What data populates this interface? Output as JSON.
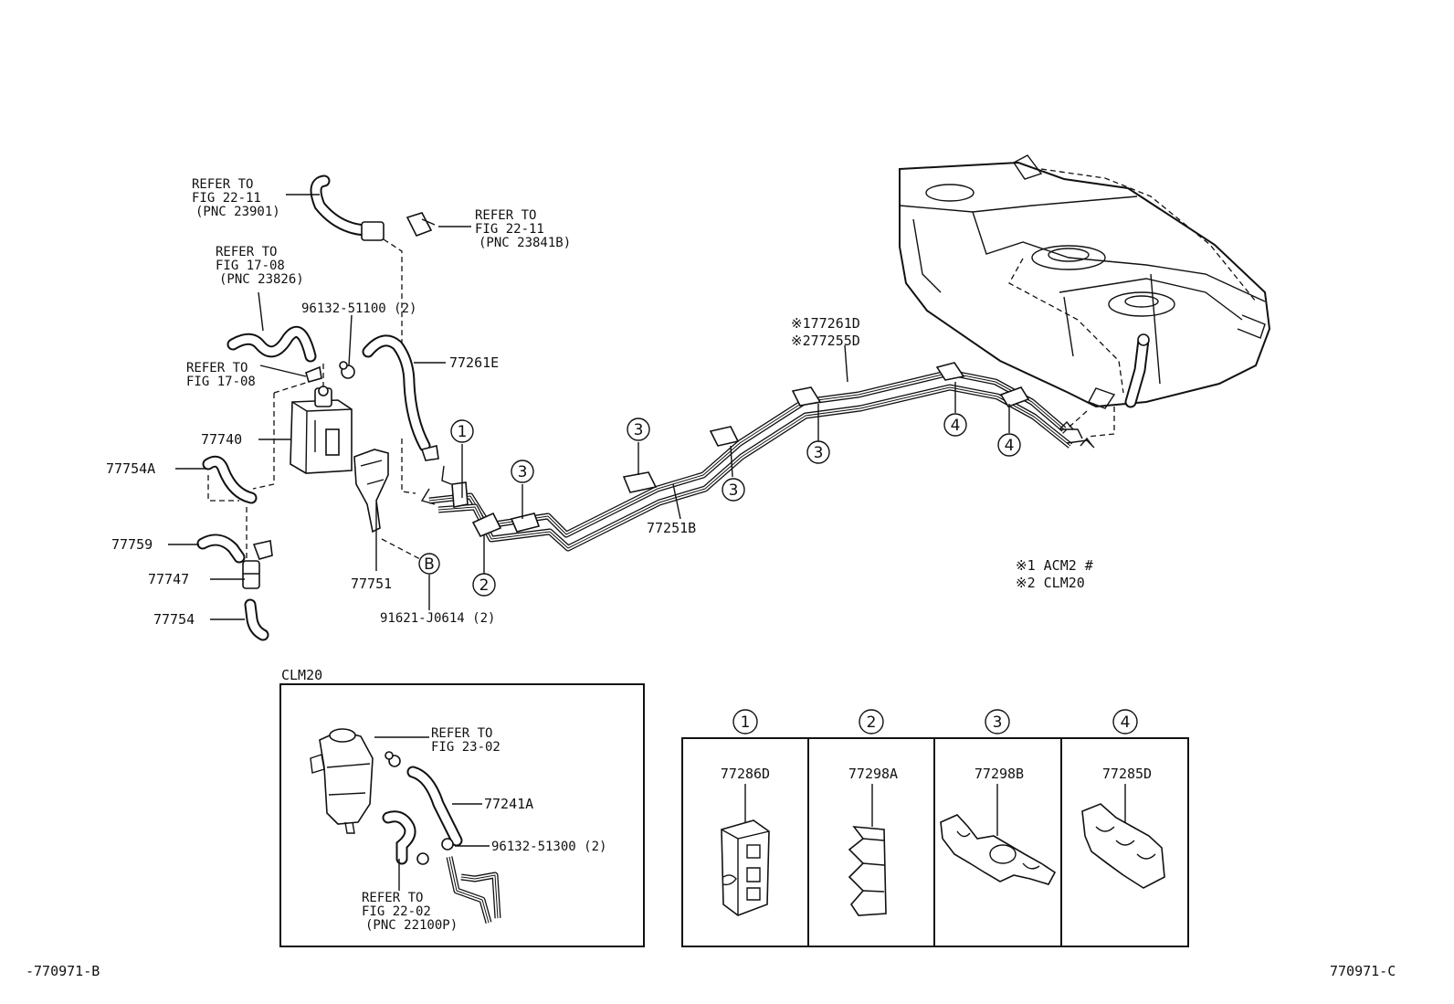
{
  "callouts": {
    "ref_pnc_23901": [
      "REFER TO",
      "FIG 22-11",
      "(PNC 23901)"
    ],
    "ref_pnc_23841b": [
      "REFER TO",
      "FIG 22-11",
      "(PNC 23841B)"
    ],
    "ref_pnc_23826": [
      "REFER TO",
      "FIG 17-08",
      "(PNC 23826)"
    ],
    "ref_fig_17_08": [
      "REFER TO",
      "FIG 17-08"
    ],
    "p96132_51100": "96132-51100 (2)",
    "p77261e": "77261E",
    "p77740": "77740",
    "p77754a": "77754A",
    "p77759": "77759",
    "p77747": "77747",
    "p77754": "77754",
    "p77751": "77751",
    "p91621_j0614": "91621-J0614 (2)",
    "p77251b": "77251B",
    "p177261d": "※177261D",
    "p277255d": "※277255D"
  },
  "clamp_markers": {
    "c1": "1",
    "c2": "2",
    "c3": "3",
    "c4": "4",
    "b": "B"
  },
  "notes": [
    "※1 ACM2 #",
    "※2 CLM20"
  ],
  "clm20_inset": {
    "title": "CLM20",
    "ref_fig_23_02": [
      "REFER TO",
      "FIG 23-02"
    ],
    "p77241a": "77241A",
    "p96132_51300": "96132-51300 (2)",
    "ref_pnc_22100p": [
      "REFER TO",
      "FIG 22-02",
      "(PNC 22100P)"
    ]
  },
  "clamp_table": [
    {
      "marker": "1",
      "part": "77286D"
    },
    {
      "marker": "2",
      "part": "77298A"
    },
    {
      "marker": "3",
      "part": "77298B"
    },
    {
      "marker": "4",
      "part": "77285D"
    }
  ],
  "footer": {
    "left_code": "-770971-B",
    "right_code": "770971-C"
  }
}
